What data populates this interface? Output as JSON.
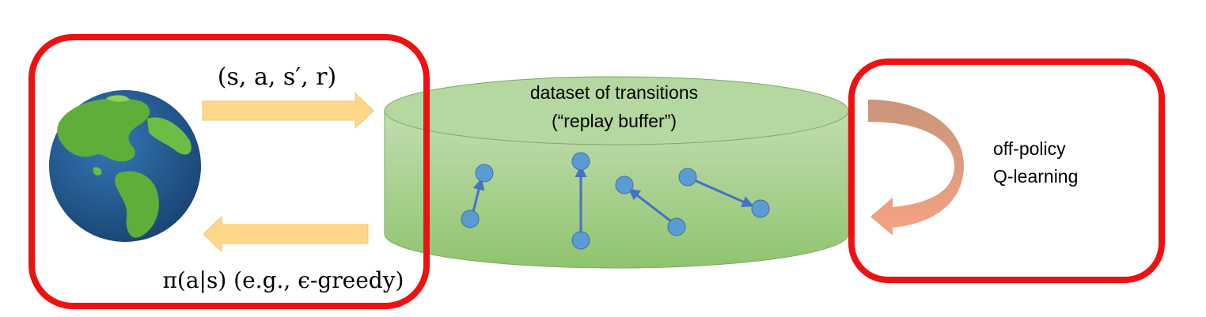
{
  "labels": {
    "transition_tuple": "(s, a, s′, r)",
    "policy": "π(a|s) (e.g., ϵ-greedy)",
    "dataset_line1": "dataset of transitions",
    "dataset_line2": "(“replay buffer”)",
    "learner_line1": "off-policy",
    "learner_line2": "Q-learning"
  },
  "colors": {
    "box_outline": "#ee1111",
    "cylinder_fill": "#a9d18e",
    "arrow_fill": "#ffd78a",
    "point_fill": "#5b9bd5",
    "point_edge": "#41719c",
    "curve_arrow": "#e99a78"
  },
  "icons": {
    "environment": "earth-globe-icon"
  }
}
